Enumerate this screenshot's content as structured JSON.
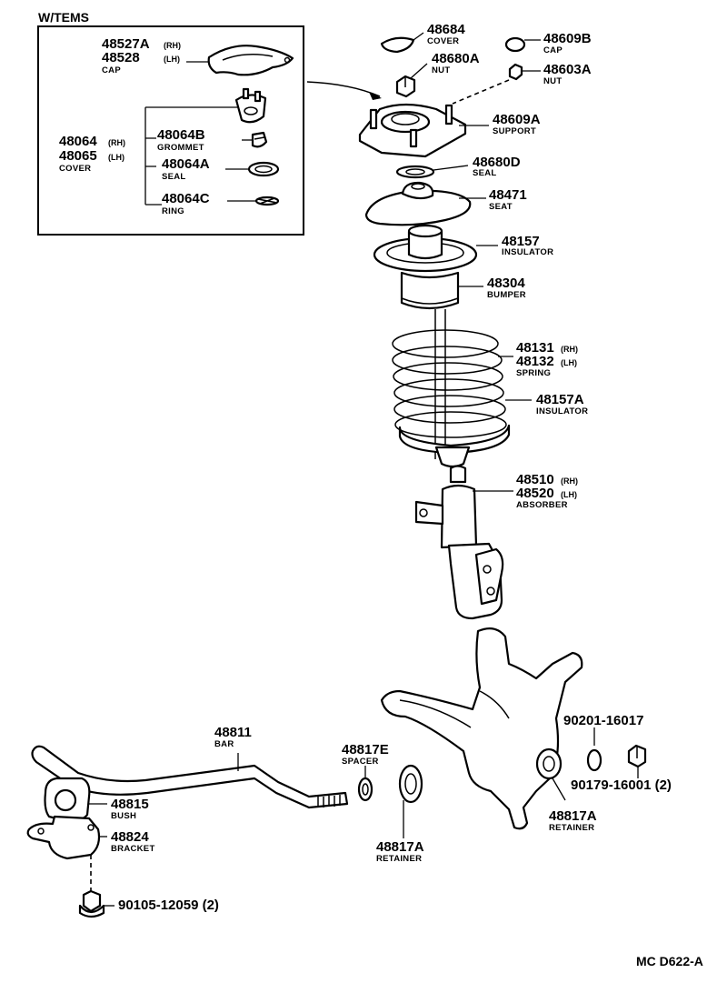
{
  "header": {
    "title": "W/TEMS"
  },
  "footer": {
    "code": "MC D622-A"
  },
  "callouts": {
    "c48527": {
      "pn1": "48527A",
      "s1": "(RH)",
      "pn2": "48528",
      "s2": "(LH)",
      "name": "CAP"
    },
    "c48064": {
      "pn1": "48064",
      "s1": "(RH)",
      "pn2": "48065",
      "s2": "(LH)",
      "name": "COVER"
    },
    "c48064b": {
      "pn": "48064B",
      "name": "GROMMET"
    },
    "c48064a": {
      "pn": "48064A",
      "name": "SEAL"
    },
    "c48064c": {
      "pn": "48064C",
      "name": "RING"
    },
    "c48684": {
      "pn": "48684",
      "name": "COVER"
    },
    "c48680a": {
      "pn": "48680A",
      "name": "NUT"
    },
    "c48609b": {
      "pn": "48609B",
      "name": "CAP"
    },
    "c48603a": {
      "pn": "48603A",
      "name": "NUT"
    },
    "c48609a": {
      "pn": "48609A",
      "name": "SUPPORT"
    },
    "c48680d": {
      "pn": "48680D",
      "name": "SEAL"
    },
    "c48471": {
      "pn": "48471",
      "name": "SEAT"
    },
    "c48157": {
      "pn": "48157",
      "name": "INSULATOR"
    },
    "c48304": {
      "pn": "48304",
      "name": "BUMPER"
    },
    "c48131": {
      "pn1": "48131",
      "s1": "(RH)",
      "pn2": "48132",
      "s2": "(LH)",
      "name": "SPRING"
    },
    "c48157a": {
      "pn": "48157A",
      "name": "INSULATOR"
    },
    "c48510": {
      "pn1": "48510",
      "s1": "(RH)",
      "pn2": "48520",
      "s2": "(LH)",
      "name": "ABSORBER"
    },
    "c48811": {
      "pn": "48811",
      "name": "BAR"
    },
    "c48817e": {
      "pn": "48817E",
      "name": "SPACER"
    },
    "c48815": {
      "pn": "48815",
      "name": "BUSH"
    },
    "c48824": {
      "pn": "48824",
      "name": "BRACKET"
    },
    "c48817a1": {
      "pn": "48817A",
      "name": "RETAINER"
    },
    "c48817a2": {
      "pn": "48817A",
      "name": "RETAINER"
    },
    "c90201": {
      "pn": "90201-16017"
    },
    "c90179": {
      "pn": "90179-16001 (2)"
    },
    "c90105": {
      "pn": "90105-12059 (2)"
    }
  }
}
